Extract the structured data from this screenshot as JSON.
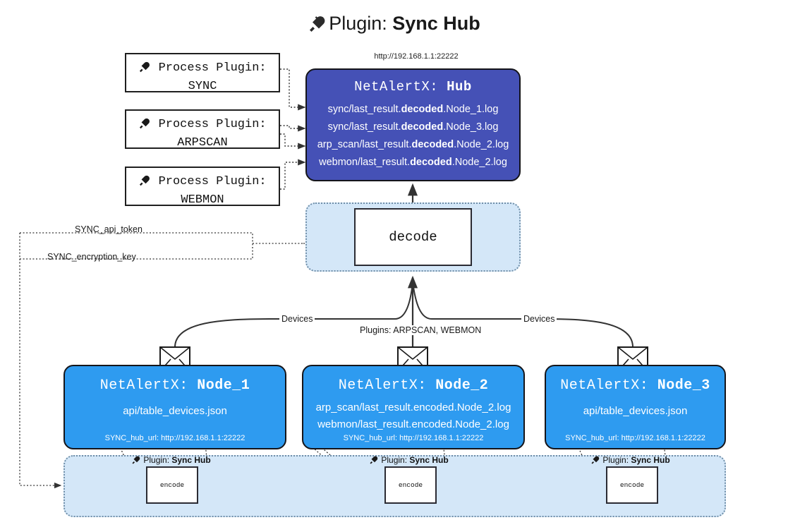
{
  "title": {
    "icon": "plug-icon",
    "prefix": "Plugin: ",
    "name": "Sync Hub"
  },
  "hub": {
    "url": "http://192.168.1.1:22222",
    "title_prefix": "NetAlertX: ",
    "title_name": "Hub",
    "lines": [
      {
        "pre": "sync/last_result.",
        "mid": "decoded",
        "post": ".Node_1.log"
      },
      {
        "pre": "sync/last_result.",
        "mid": "decoded",
        "post": ".Node_3.log"
      },
      {
        "pre": "arp_scan/last_result.",
        "mid": "decoded",
        "post": ".Node_2.log"
      },
      {
        "pre": "webmon/last_result.",
        "mid": "decoded",
        "post": ".Node_2.log"
      }
    ],
    "color": "#4551b6"
  },
  "process_plugins": [
    {
      "icon": "plug-icon",
      "line1": "Process Plugin:",
      "line2": "SYNC"
    },
    {
      "icon": "plug-icon",
      "line1": "Process Plugin:",
      "line2": "ARPSCAN"
    },
    {
      "icon": "plug-icon",
      "line1": "Process Plugin:",
      "line2": "WEBMON"
    }
  ],
  "decode": {
    "label": "decode"
  },
  "secrets": [
    {
      "label": "SYNC_api_token"
    },
    {
      "label": "SYNC_encryption_key"
    }
  ],
  "edge_labels": {
    "devices_left": "Devices",
    "devices_right": "Devices",
    "plugins_center": "Plugins: ARPSCAN, WEBMON"
  },
  "nodes": [
    {
      "icon": "envelope-icon",
      "title_prefix": "NetAlertX: ",
      "title_name": "Node_1",
      "lines": [
        "api/table_devices.json"
      ],
      "footer": "SYNC_hub_url: http://192.168.1.1:22222",
      "color": "#2e9bf0"
    },
    {
      "icon": "envelope-icon",
      "title_prefix": "NetAlertX: ",
      "title_name": "Node_2",
      "lines": [
        "arp_scan/last_result.encoded.Node_2.log",
        "webmon/last_result.encoded.Node_2.log"
      ],
      "footer": "SYNC_hub_url: http://192.168.1.1:22222",
      "color": "#2e9bf0"
    },
    {
      "icon": "envelope-icon",
      "title_prefix": "NetAlertX: ",
      "title_name": "Node_3",
      "lines": [
        "api/table_devices.json"
      ],
      "footer": "SYNC_hub_url: http://192.168.1.1:22222",
      "color": "#2e9bf0"
    }
  ],
  "encoders": [
    {
      "icon": "plug-icon",
      "caption_prefix": "Plugin: ",
      "caption_name": "Sync Hub",
      "label": "encode"
    },
    {
      "icon": "plug-icon",
      "caption_prefix": "Plugin: ",
      "caption_name": "Sync Hub",
      "label": "encode"
    },
    {
      "icon": "plug-icon",
      "caption_prefix": "Plugin: ",
      "caption_name": "Sync Hub",
      "label": "encode"
    }
  ],
  "colors": {
    "hub": "#4551b6",
    "node": "#2e9bf0",
    "cluster": "#d4e7f8",
    "stroke": "#333333"
  }
}
